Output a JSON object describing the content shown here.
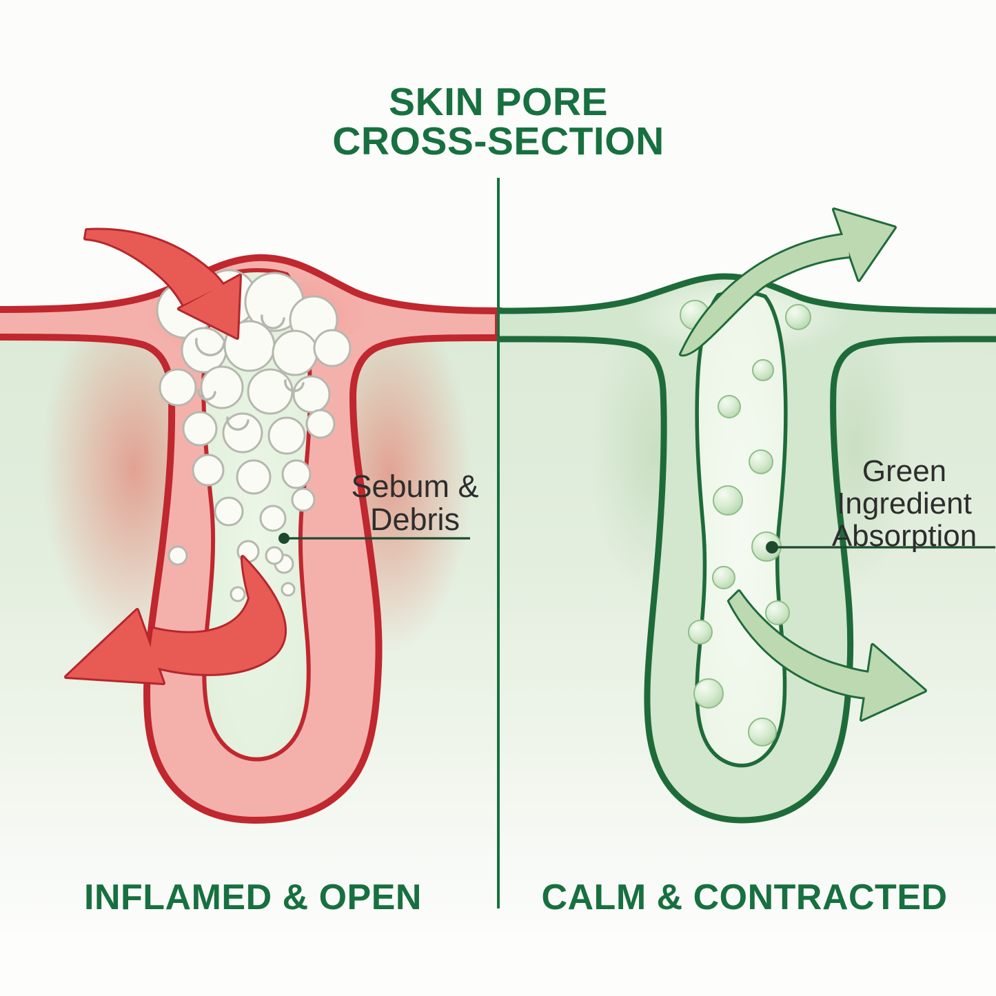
{
  "title": "SKIN PORE\nCROSS-SECTION",
  "panels": {
    "left": {
      "caption": "INFLAMED & OPEN",
      "annotation": "Sebum &\nDebris"
    },
    "right": {
      "caption": "CALM & CONTRACTED",
      "annotation": "Green\nIngredient\nAbsorption"
    }
  },
  "colors": {
    "heading_green": "#17703f",
    "green_outline": "#1e6b3a",
    "green_band": "#d3e6ce",
    "green_arrow": "#bdd9b1",
    "red_outline": "#c0272e",
    "red_band": "#f4b1ac",
    "red_arrow": "#e85a54",
    "annotation_text": "#2d2d2d",
    "leader_line": "#1d4a2e",
    "dermis_green": "#dcebd7",
    "canvas_white": "#fcfcfa"
  }
}
